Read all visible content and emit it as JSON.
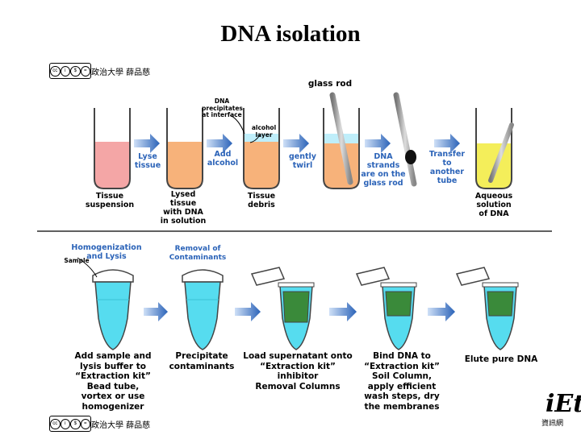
{
  "title": "DNA isolation",
  "license": {
    "badge_text": "cc",
    "owner": "政治大學 薛品慈"
  },
  "top_labels": {
    "dna_precipitates": "DNA\nprecipitates\nat interface",
    "alcohol_layer": "alcohol\nlayer",
    "glass_rod": "glass rod",
    "lyse_tissue": "Lyse\ntissue",
    "add_alcohol": "Add\nalcohol",
    "gently_twirl": "gently\ntwirl",
    "dna_strands": "DNA\nstrands\nare on the\nglass rod",
    "transfer": "Transfer\nto\nanother\ntube",
    "tissue_suspension": "Tissue\nsuspension",
    "lysed_tissue": "Lysed\ntissue\nwith DNA\nin solution",
    "tissue_debris": "Tissue\ndebris",
    "aqueous_solution": "Aqueous\nsolution\nof DNA"
  },
  "bottom_labels": {
    "homogenization": "Homogenization\nand Lysis",
    "removal": "Removal of\nContaminants",
    "sample": "Sample",
    "step1": "Add sample and\nlysis buffer to\n“Extraction kit”\nBead tube,\nvortex or use\nhomogenizer",
    "step2": "Precipitate\ncontaminants",
    "step3": "Load supernatant onto\n“Extraction kit”\ninhibitor\nRemoval Columns",
    "step4": "Bind DNA to\n“Extraction kit”\nSoil Column,\napply efficient\nwash steps, dry\nthe membranes",
    "step5": "Elute pure DNA"
  },
  "logo": {
    "letters": "iEt",
    "subtitle": "資訊網"
  },
  "colors": {
    "pink": "#f4a6a6",
    "orange": "#f7b27a",
    "light_cyan": "#bfeefa",
    "yellow": "#f4ee5a",
    "arrow_blue": "#2b63b8",
    "tube_cyan": "#56dcef",
    "column_green": "#3a8a3a"
  }
}
